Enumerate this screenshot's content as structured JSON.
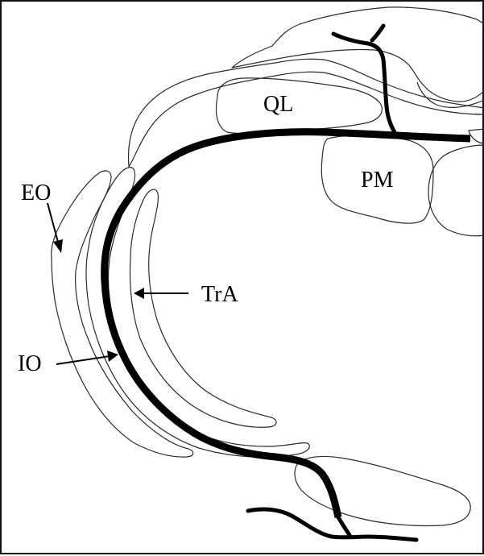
{
  "labels": {
    "ql": "QL",
    "pm": "PM",
    "eo": "EO",
    "io": "IO",
    "tra": "TrA"
  },
  "colors": {
    "outline": "#2b2b2b",
    "fascia": "#000000",
    "background": "#ffffff"
  }
}
